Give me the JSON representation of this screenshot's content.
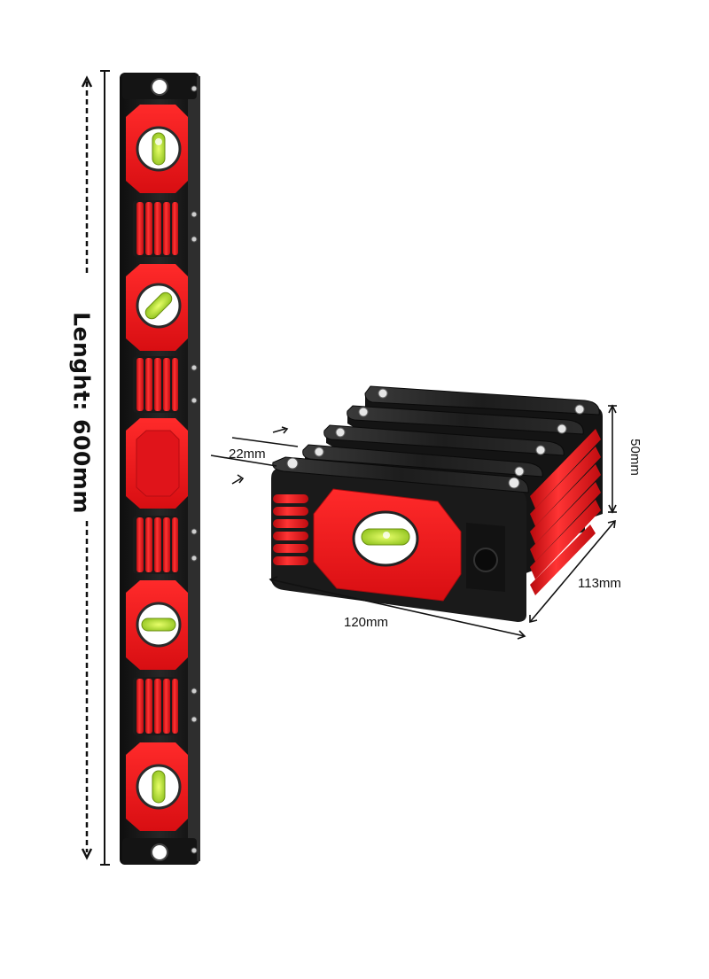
{
  "product": {
    "body_color": "#1c1c1c",
    "accent_color": "#e8141c",
    "vial_color": "#c8f03c"
  },
  "dimensions": {
    "length_label": "Lenght: 600mm",
    "thickness_label": "22mm",
    "height_label": "50mm",
    "width_label": "120mm",
    "depth_label": "113mm"
  }
}
